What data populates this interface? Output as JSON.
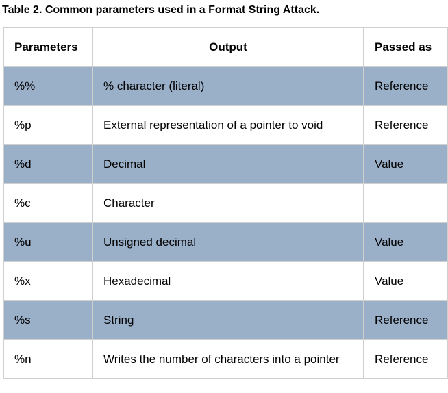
{
  "caption": "Table 2. Common parameters used in a Format String Attack.",
  "table": {
    "headers": [
      "Parameters",
      "Output",
      "Passed as"
    ],
    "rows": [
      {
        "param": "%%",
        "output": "% character (literal)",
        "passed": "Reference",
        "shaded": true
      },
      {
        "param": "%p",
        "output": "External representation of a pointer to void",
        "passed": "Reference",
        "shaded": false
      },
      {
        "param": "%d",
        "output": "Decimal",
        "passed": "Value",
        "shaded": true
      },
      {
        "param": "%c",
        "output": "Character",
        "passed": "",
        "shaded": false
      },
      {
        "param": "%u",
        "output": "Unsigned decimal",
        "passed": "Value",
        "shaded": true
      },
      {
        "param": "%x",
        "output": "Hexadecimal",
        "passed": "Value",
        "shaded": false
      },
      {
        "param": "%s",
        "output": "String",
        "passed": "Reference",
        "shaded": true
      },
      {
        "param": "%n",
        "output": "Writes the number of characters into a pointer",
        "passed": "Reference",
        "shaded": false
      }
    ]
  },
  "colors": {
    "shaded_row": "#9aafc8",
    "border": "#cfcfcf"
  }
}
